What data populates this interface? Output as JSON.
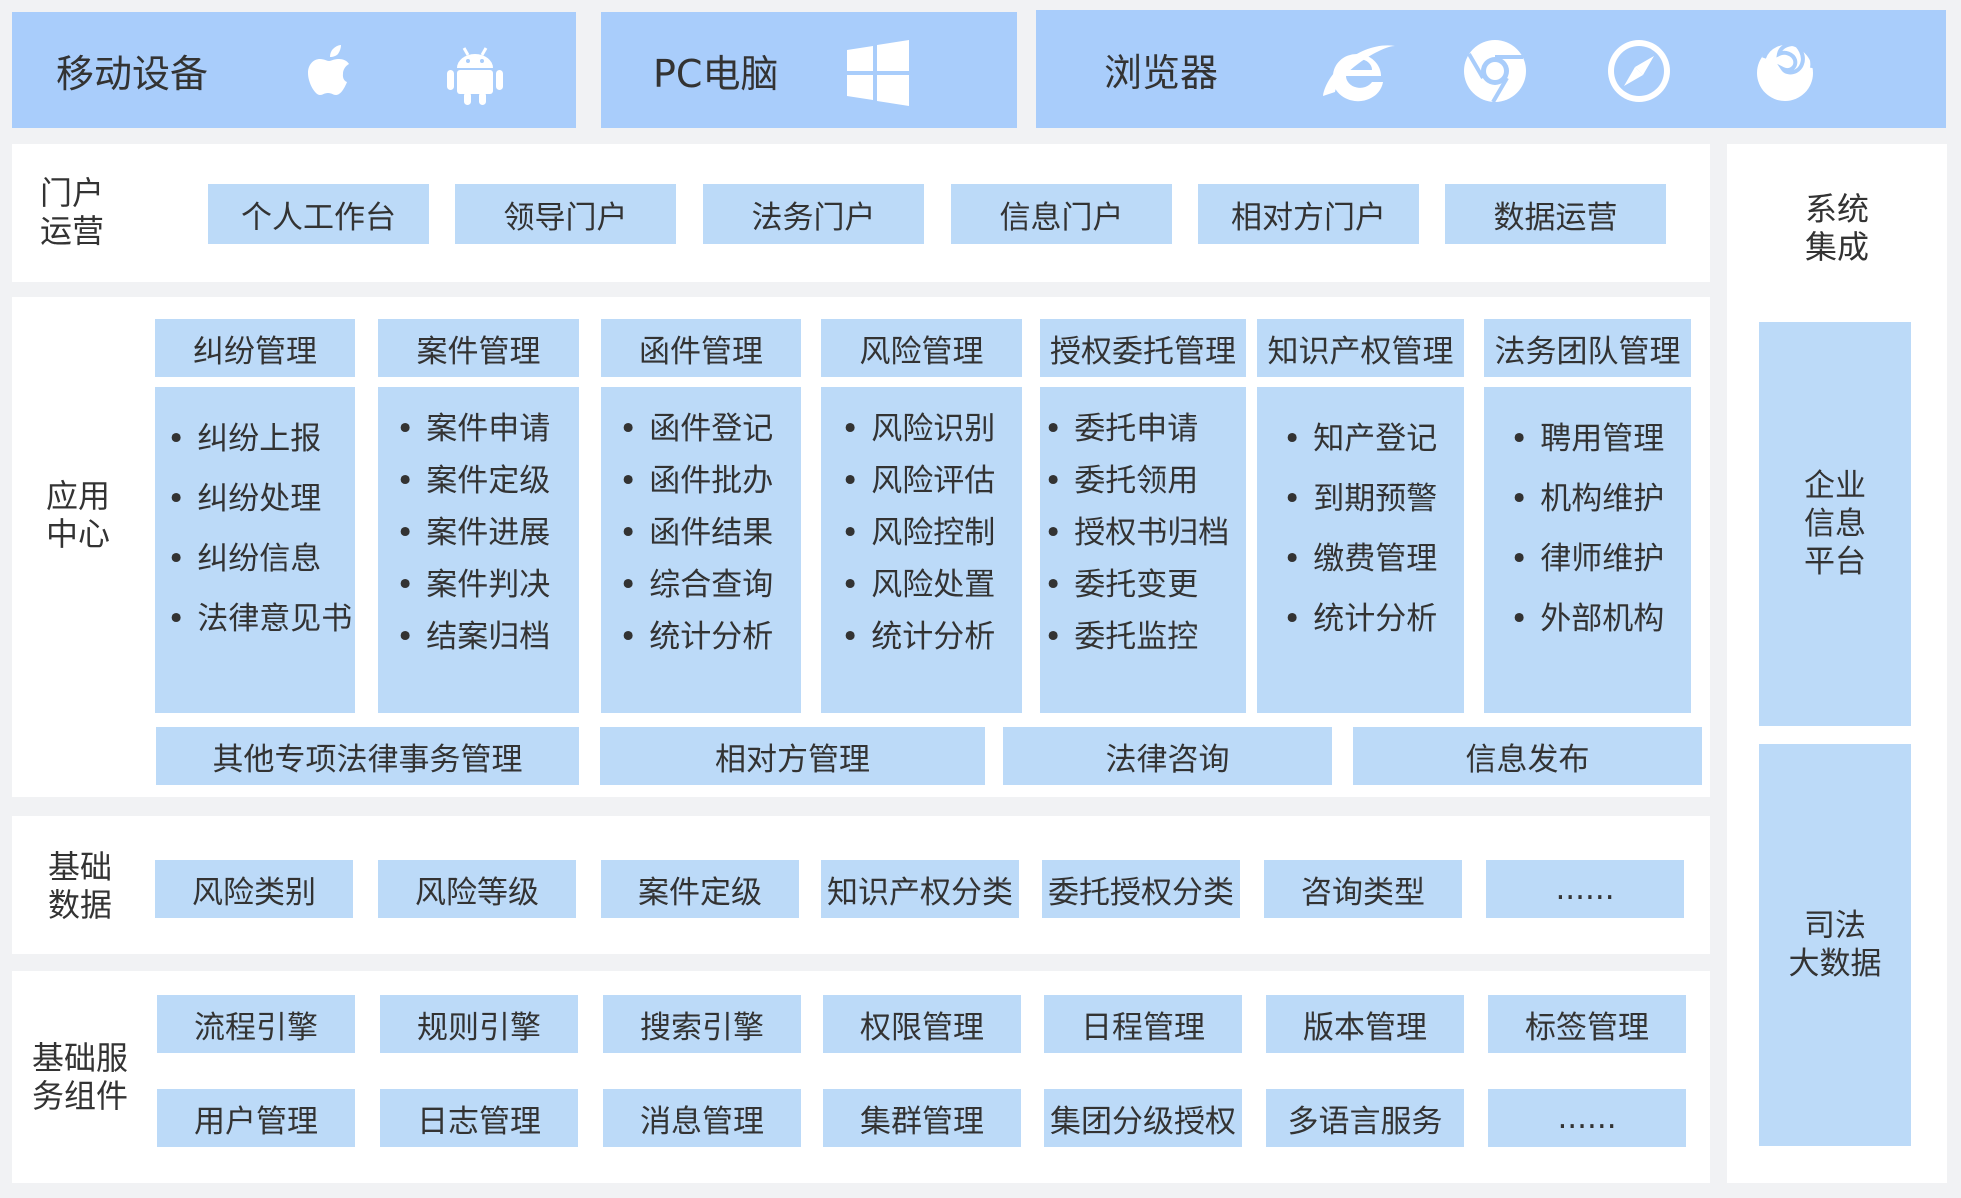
{
  "devices": {
    "mobile": {
      "title": "移动设备",
      "icons": [
        "apple-icon",
        "android-icon"
      ]
    },
    "pc": {
      "title": "PC电脑",
      "icons": [
        "windows-icon"
      ]
    },
    "browser": {
      "title": "浏览器",
      "icons": [
        "ie-icon",
        "chrome-icon",
        "safari-icon",
        "firefox-icon"
      ]
    }
  },
  "portal": {
    "label_line1": "门户",
    "label_line2": "运营",
    "items": [
      "个人工作台",
      "领导门户",
      "法务门户",
      "信息门户",
      "相对方门户",
      "数据运营"
    ]
  },
  "app_center": {
    "label_line1": "应用",
    "label_line2": "中心",
    "modules": [
      {
        "header": "纠纷管理",
        "items": [
          "纠纷上报",
          "纠纷处理",
          "纠纷信息",
          "法律意见书"
        ]
      },
      {
        "header": "案件管理",
        "items": [
          "案件申请",
          "案件定级",
          "案件进展",
          "案件判决",
          "结案归档"
        ]
      },
      {
        "header": "函件管理",
        "items": [
          "函件登记",
          "函件批办",
          "函件结果",
          "综合查询",
          "统计分析"
        ]
      },
      {
        "header": "风险管理",
        "items": [
          "风险识别",
          "风险评估",
          "风险控制",
          "风险处置",
          "统计分析"
        ]
      },
      {
        "header": "授权委托管理",
        "items": [
          "委托申请",
          "委托领用",
          "授权书归档",
          "委托变更",
          "委托监控"
        ]
      },
      {
        "header": "知识产权管理",
        "items": [
          "知产登记",
          "到期预警",
          "缴费管理",
          "统计分析"
        ]
      },
      {
        "header": "法务团队管理",
        "items": [
          "聘用管理",
          "机构维护",
          "律师维护",
          "外部机构"
        ]
      }
    ],
    "bottom": [
      "其他专项法律事务管理",
      "相对方管理",
      "法律咨询",
      "信息发布"
    ]
  },
  "base_data": {
    "label_line1": "基础",
    "label_line2": "数据",
    "items": [
      "风险类别",
      "风险等级",
      "案件定级",
      "知识产权分类",
      "委托授权分类",
      "咨询类型",
      "......"
    ]
  },
  "base_service": {
    "label_line1": "基础服",
    "label_line2": "务组件",
    "row1": [
      "流程引擎",
      "规则引擎",
      "搜索引擎",
      "权限管理",
      "日程管理",
      "版本管理",
      "标签管理"
    ],
    "row2": [
      "用户管理",
      "日志管理",
      "消息管理",
      "集群管理",
      "集团分级授权",
      "多语言服务",
      "......"
    ]
  },
  "integration": {
    "title_line1": "系统",
    "title_line2": "集成",
    "platform": [
      "企业",
      "信息",
      "平台"
    ],
    "bigdata": [
      "司法",
      "大数据"
    ]
  },
  "colors": {
    "top_bar": "#a9cdfb",
    "box": "#bcdaf8",
    "panel": "#ffffff",
    "background": "#f1f2f4"
  }
}
